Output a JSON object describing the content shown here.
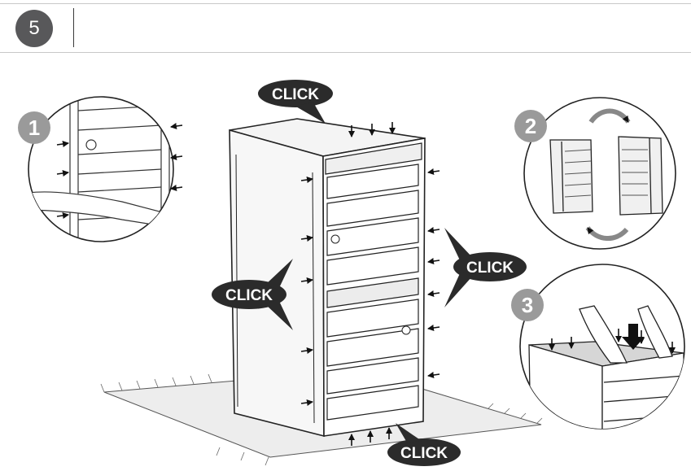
{
  "step": {
    "number": "5"
  },
  "callouts": {
    "click_top": "CLICK",
    "click_left": "CLICK",
    "click_right": "CLICK",
    "click_bottom": "CLICK"
  },
  "substeps": [
    "1",
    "2",
    "3"
  ],
  "colors": {
    "badge": "#58585a",
    "callout": "#2b2b2b",
    "substep": "#9a9a9a",
    "line": "#3a3a3a"
  }
}
